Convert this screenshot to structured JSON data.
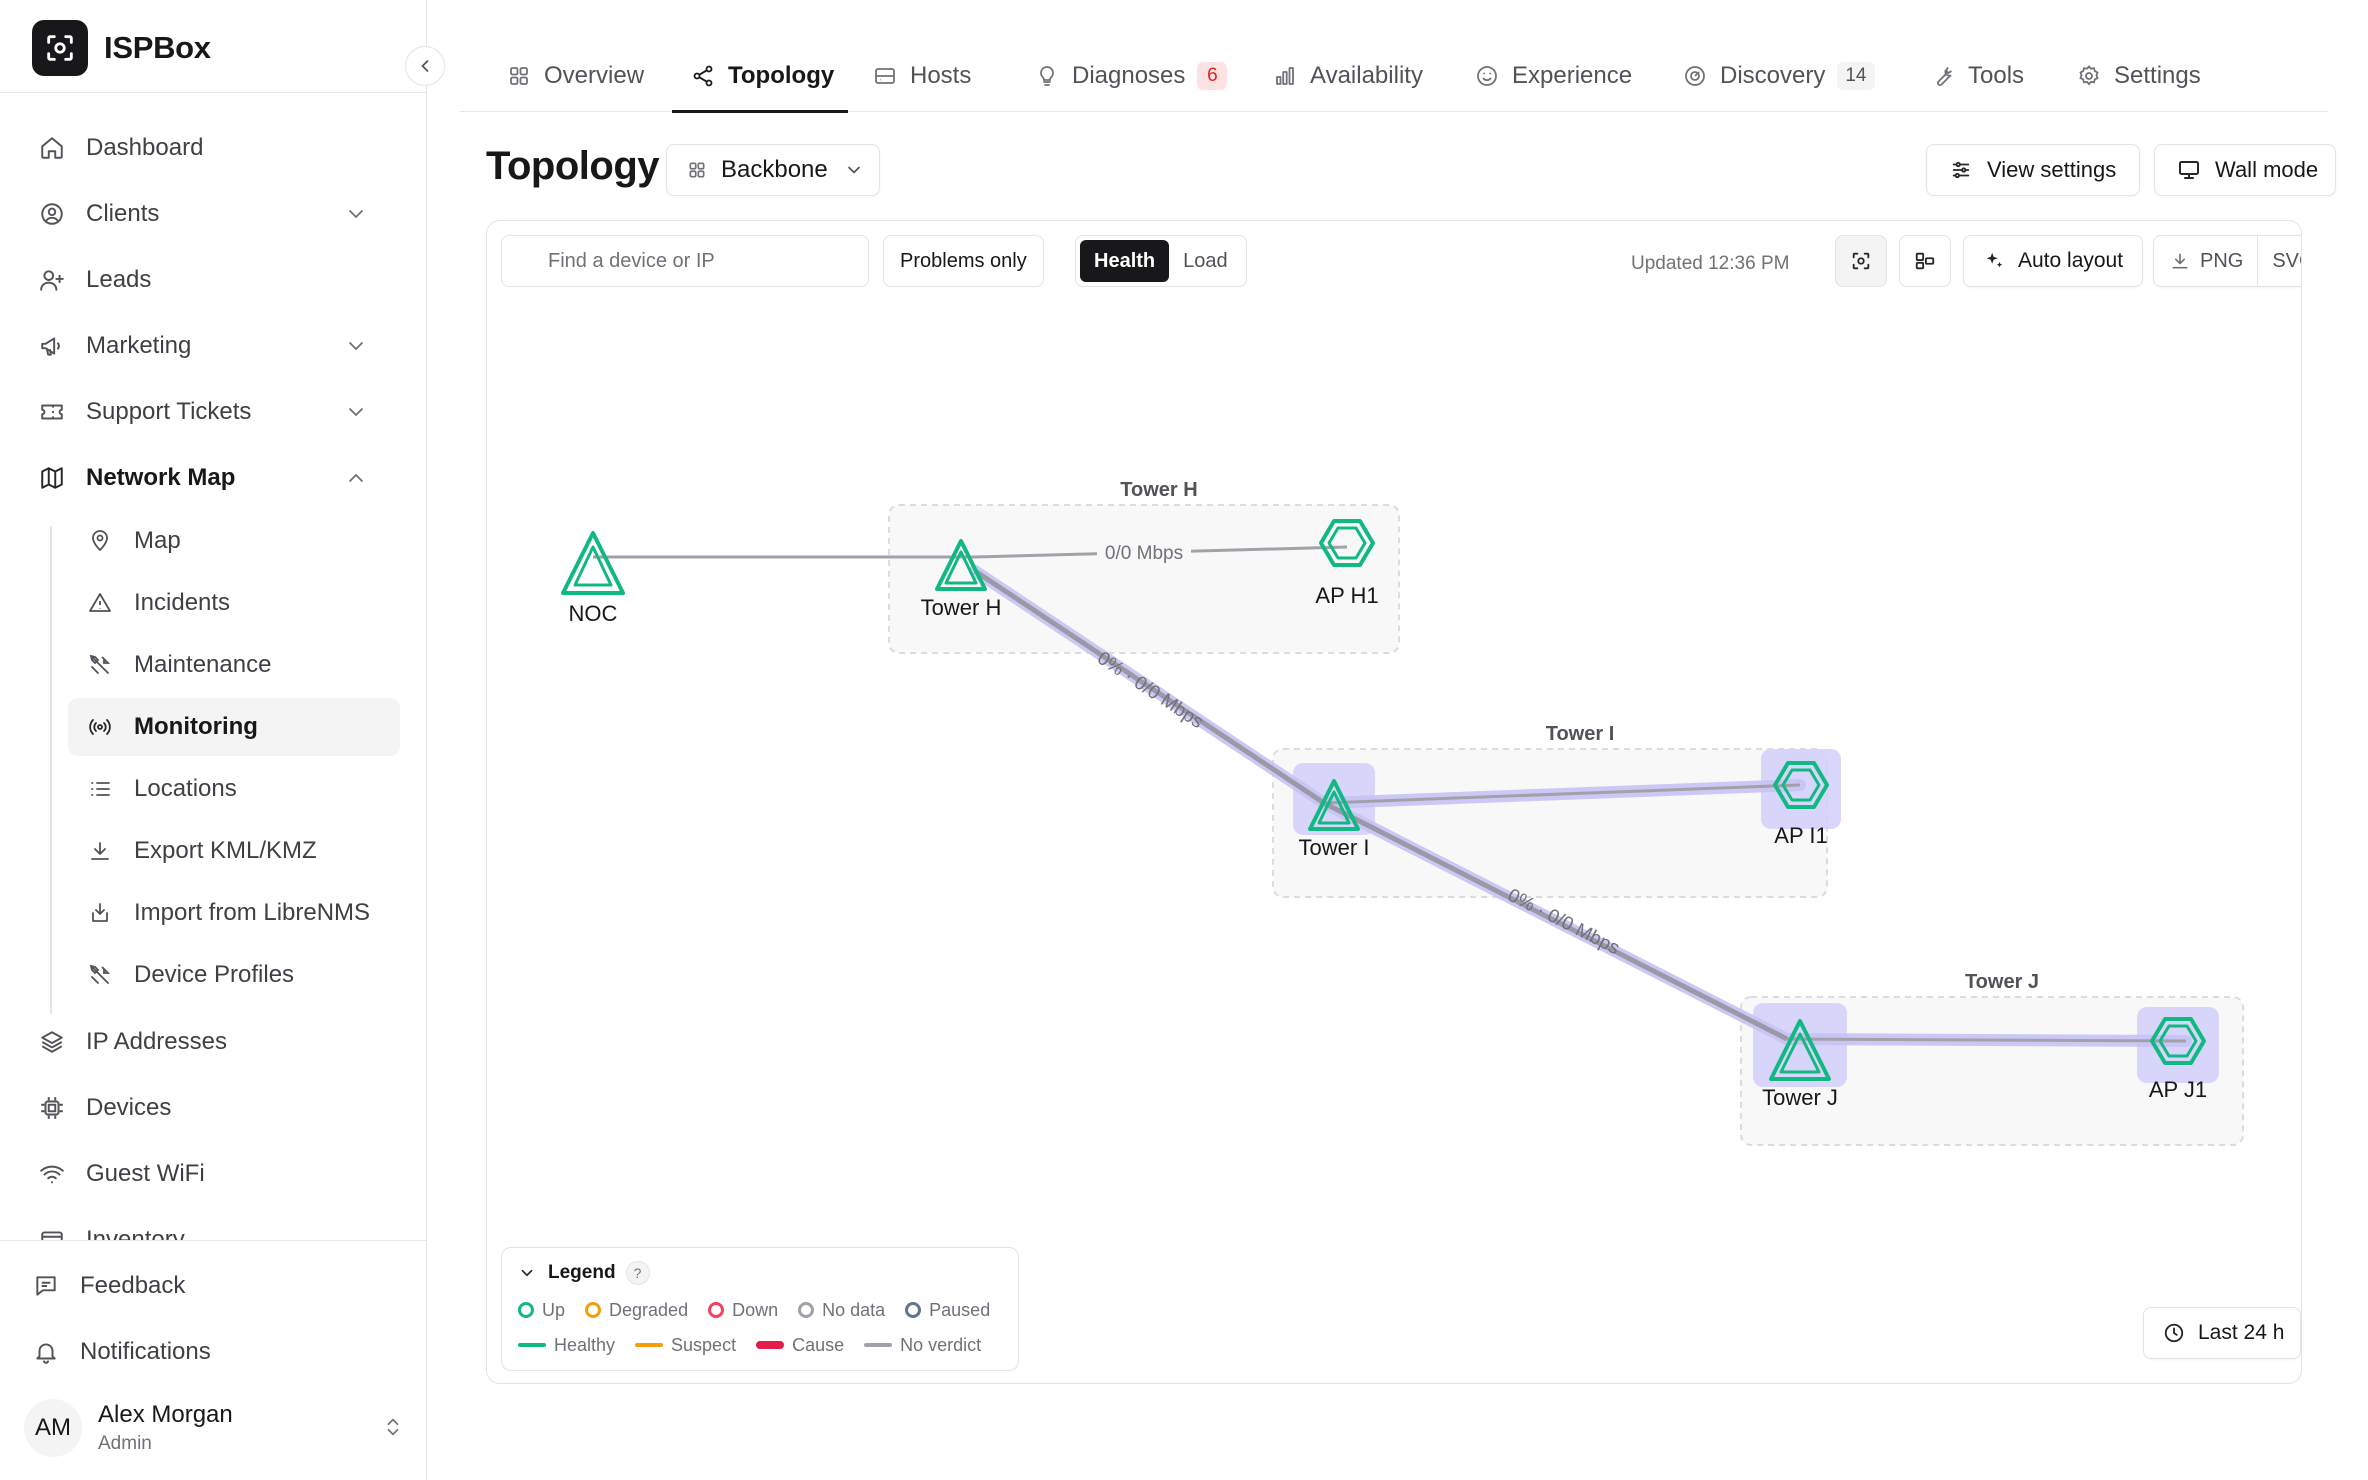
{
  "app": {
    "name": "ISPBox"
  },
  "sidebar": {
    "items": [
      {
        "key": "dashboard",
        "label": "Dashboard"
      },
      {
        "key": "clients",
        "label": "Clients"
      },
      {
        "key": "leads",
        "label": "Leads"
      },
      {
        "key": "marketing",
        "label": "Marketing"
      },
      {
        "key": "support",
        "label": "Support Tickets"
      },
      {
        "key": "network-map",
        "label": "Network Map"
      },
      {
        "key": "ip-addresses",
        "label": "IP Addresses"
      },
      {
        "key": "devices",
        "label": "Devices"
      },
      {
        "key": "guest-wifi",
        "label": "Guest WiFi"
      },
      {
        "key": "inventory",
        "label": "Inventory"
      }
    ],
    "network_map_children": [
      {
        "key": "map",
        "label": "Map"
      },
      {
        "key": "incidents",
        "label": "Incidents"
      },
      {
        "key": "maintenance",
        "label": "Maintenance"
      },
      {
        "key": "monitoring",
        "label": "Monitoring",
        "active": true
      },
      {
        "key": "locations",
        "label": "Locations"
      },
      {
        "key": "export",
        "label": "Export KML/KMZ"
      },
      {
        "key": "import",
        "label": "Import from LibreNMS"
      },
      {
        "key": "profiles",
        "label": "Device Profiles"
      }
    ],
    "footer": {
      "feedback": "Feedback",
      "notifications": "Notifications"
    },
    "user": {
      "initials": "AM",
      "name": "Alex Morgan",
      "role": "Admin"
    }
  },
  "tabs": [
    {
      "key": "overview",
      "label": "Overview"
    },
    {
      "key": "topology",
      "label": "Topology",
      "active": true
    },
    {
      "key": "hosts",
      "label": "Hosts"
    },
    {
      "key": "diagnoses",
      "label": "Diagnoses",
      "badge": "6"
    },
    {
      "key": "availability",
      "label": "Availability"
    },
    {
      "key": "experience",
      "label": "Experience"
    },
    {
      "key": "discovery",
      "label": "Discovery",
      "badge": "14"
    },
    {
      "key": "tools",
      "label": "Tools"
    },
    {
      "key": "settings",
      "label": "Settings"
    }
  ],
  "page": {
    "title": "Topology",
    "view_select": "Backbone",
    "view_settings": "View settings",
    "wall_mode": "Wall mode"
  },
  "toolbar": {
    "search_placeholder": "Find a device or IP",
    "problems_only": "Problems only",
    "mode_health": "Health",
    "mode_load": "Load",
    "updated": "Updated 12:36 PM",
    "auto_layout": "Auto layout",
    "export_png": "PNG",
    "export_svg": "SVG"
  },
  "topology": {
    "groups": [
      {
        "id": "tower-h",
        "label": "Tower H"
      },
      {
        "id": "tower-i",
        "label": "Tower I"
      },
      {
        "id": "tower-j",
        "label": "Tower J"
      }
    ],
    "nodes": [
      {
        "id": "noc",
        "label": "NOC",
        "shape": "triangle",
        "status": "up"
      },
      {
        "id": "tower-h",
        "label": "Tower H",
        "shape": "triangle",
        "status": "up"
      },
      {
        "id": "ap-h1",
        "label": "AP H1",
        "shape": "hexagon",
        "status": "up"
      },
      {
        "id": "tower-i",
        "label": "Tower I",
        "shape": "triangle",
        "status": "up",
        "highlighted": true
      },
      {
        "id": "ap-i1",
        "label": "AP I1",
        "shape": "hexagon",
        "status": "up",
        "highlighted": true
      },
      {
        "id": "tower-j",
        "label": "Tower J",
        "shape": "triangle",
        "status": "up",
        "highlighted": true
      },
      {
        "id": "ap-j1",
        "label": "AP J1",
        "shape": "hexagon",
        "status": "up",
        "highlighted": true
      }
    ],
    "links": [
      {
        "from": "noc",
        "to": "tower-h",
        "label": "",
        "verdict": "none"
      },
      {
        "from": "tower-h",
        "to": "ap-h1",
        "label": "0/0 Mbps",
        "verdict": "none"
      },
      {
        "from": "tower-h",
        "to": "tower-i",
        "label": "0% · 0/0 Mbps",
        "verdict": "none",
        "highlighted": true
      },
      {
        "from": "tower-i",
        "to": "ap-i1",
        "label": "",
        "verdict": "none",
        "highlighted": true
      },
      {
        "from": "tower-i",
        "to": "tower-j",
        "label": "0% · 0/0 Mbps",
        "verdict": "none",
        "highlighted": true
      },
      {
        "from": "tower-j",
        "to": "ap-j1",
        "label": "",
        "verdict": "none",
        "highlighted": true
      }
    ]
  },
  "legend": {
    "title": "Legend",
    "help": "?",
    "node_states": [
      {
        "label": "Up",
        "color": "#10b981"
      },
      {
        "label": "Degraded",
        "color": "#f59e0b"
      },
      {
        "label": "Down",
        "color": "#f43f5e"
      },
      {
        "label": "No data",
        "color": "#a1a1aa"
      },
      {
        "label": "Paused",
        "color": "#64748b"
      }
    ],
    "link_states": [
      {
        "label": "Healthy",
        "color": "#10b981"
      },
      {
        "label": "Suspect",
        "color": "#f59e0b"
      },
      {
        "label": "Cause",
        "color": "#e11d48"
      },
      {
        "label": "No verdict",
        "color": "#a1a1aa"
      }
    ]
  },
  "time_range": "Last 24 h",
  "colors": {
    "accent": "#18181b",
    "node_up": "#10b981",
    "link_neutral": "#a1a1aa",
    "highlight": "#c7c3f5"
  }
}
